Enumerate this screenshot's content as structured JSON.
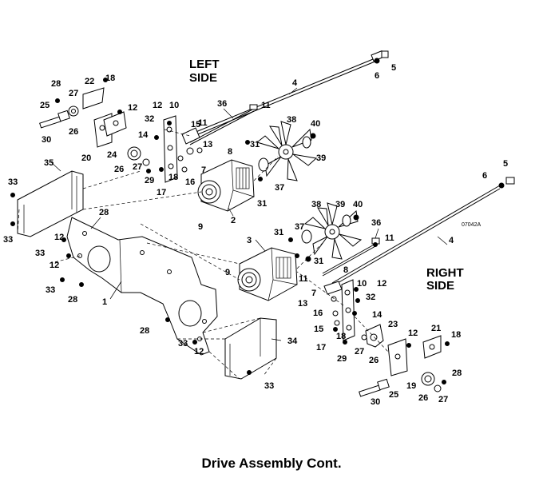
{
  "diagram": {
    "left_side_label_line1": "LEFT",
    "left_side_label_line2": "SIDE",
    "right_side_label_line1": "RIGHT",
    "right_side_label_line2": "SIDE",
    "figure_number": "07042A",
    "caption": "Drive Assembly Cont."
  },
  "callouts": [
    {
      "text": "1"
    },
    {
      "text": "2"
    },
    {
      "text": "3"
    },
    {
      "text": "4"
    },
    {
      "text": "4"
    },
    {
      "text": "5"
    },
    {
      "text": "5"
    },
    {
      "text": "6"
    },
    {
      "text": "6"
    },
    {
      "text": "7"
    },
    {
      "text": "7"
    },
    {
      "text": "8"
    },
    {
      "text": "8"
    },
    {
      "text": "9"
    },
    {
      "text": "9"
    },
    {
      "text": "10"
    },
    {
      "text": "10"
    },
    {
      "text": "11"
    },
    {
      "text": "11"
    },
    {
      "text": "11"
    },
    {
      "text": "11"
    },
    {
      "text": "12"
    },
    {
      "text": "12"
    },
    {
      "text": "12"
    },
    {
      "text": "12"
    },
    {
      "text": "12"
    },
    {
      "text": "12"
    },
    {
      "text": "12"
    },
    {
      "text": "13"
    },
    {
      "text": "13"
    },
    {
      "text": "14"
    },
    {
      "text": "14"
    },
    {
      "text": "15"
    },
    {
      "text": "15"
    },
    {
      "text": "16"
    },
    {
      "text": "16"
    },
    {
      "text": "17"
    },
    {
      "text": "17"
    },
    {
      "text": "18"
    },
    {
      "text": "18"
    },
    {
      "text": "18"
    },
    {
      "text": "18"
    },
    {
      "text": "19"
    },
    {
      "text": "20"
    },
    {
      "text": "21"
    },
    {
      "text": "22"
    },
    {
      "text": "23"
    },
    {
      "text": "24"
    },
    {
      "text": "25"
    },
    {
      "text": "25"
    },
    {
      "text": "26"
    },
    {
      "text": "26"
    },
    {
      "text": "26"
    },
    {
      "text": "26"
    },
    {
      "text": "27"
    },
    {
      "text": "27"
    },
    {
      "text": "27"
    },
    {
      "text": "27"
    },
    {
      "text": "28"
    },
    {
      "text": "28"
    },
    {
      "text": "28"
    },
    {
      "text": "28"
    },
    {
      "text": "28"
    },
    {
      "text": "29"
    },
    {
      "text": "29"
    },
    {
      "text": "30"
    },
    {
      "text": "30"
    },
    {
      "text": "31"
    },
    {
      "text": "31"
    },
    {
      "text": "31"
    },
    {
      "text": "31"
    },
    {
      "text": "32"
    },
    {
      "text": "32"
    },
    {
      "text": "33"
    },
    {
      "text": "33"
    },
    {
      "text": "33"
    },
    {
      "text": "33"
    },
    {
      "text": "33"
    },
    {
      "text": "33"
    },
    {
      "text": "34"
    },
    {
      "text": "35"
    },
    {
      "text": "36"
    },
    {
      "text": "36"
    },
    {
      "text": "37"
    },
    {
      "text": "37"
    },
    {
      "text": "38"
    },
    {
      "text": "38"
    },
    {
      "text": "39"
    },
    {
      "text": "39"
    },
    {
      "text": "40"
    },
    {
      "text": "40"
    }
  ],
  "colors": {
    "ink": "#000000",
    "paper": "#ffffff"
  }
}
